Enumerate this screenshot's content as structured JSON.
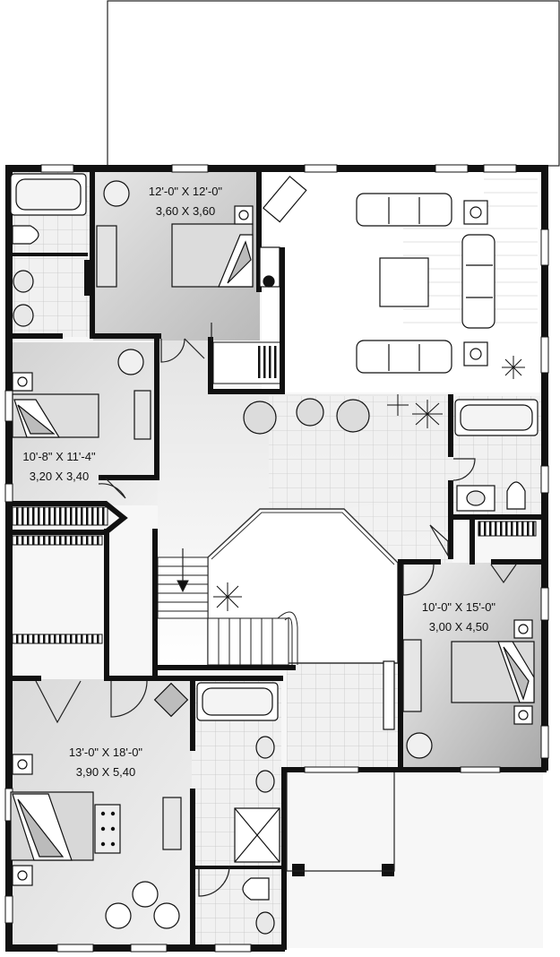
{
  "rooms": {
    "bedroom_top": {
      "dim_imperial": "12'-0\" X 12'-0\"",
      "dim_metric": "3,60 X 3,60"
    },
    "bedroom_left": {
      "dim_imperial": "10'-8\" X 11'-4\"",
      "dim_metric": "3,20 X 3,40"
    },
    "bedroom_right": {
      "dim_imperial": "10'-0\" X 15'-0\"",
      "dim_metric": "3,00 X 4,50"
    },
    "bedroom_master": {
      "dim_imperial": "13'-0\" X 18'-0\"",
      "dim_metric": "3,90 X 5,40"
    }
  },
  "colors": {
    "wall": "#111111",
    "room_gray": "#cfcfcf",
    "room_dark": "#b8b8b8",
    "floor_light": "#ececec",
    "tile_line": "#bdbdbd"
  }
}
